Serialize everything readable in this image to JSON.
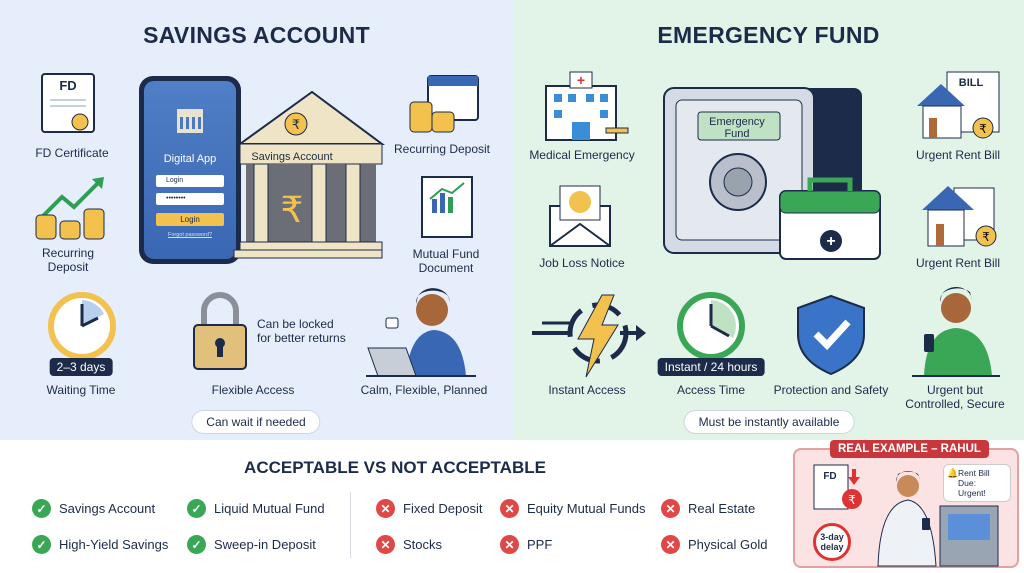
{
  "savings": {
    "title": "SAVINGS ACCOUNT",
    "fd_certificate": {
      "icon_text": "FD",
      "label": "FD Certificate"
    },
    "recurring_deposit_left": "Recurring Deposit",
    "phone": {
      "app_title": "Digital App",
      "login_placeholder": "Login",
      "password_mask": "••••••••",
      "login_button": "Login",
      "forgot_link": "Forgot password?"
    },
    "bank_label": "Savings Account",
    "recurring_deposit_right": "Recurring Deposit",
    "mutual_fund": "Mutual Fund Document",
    "waiting_badge": "2–3 days",
    "waiting_label": "Waiting Time",
    "lock_note": "Can be locked for better returns",
    "flexible_label": "Flexible Access",
    "calm_label": "Calm, Flexible, Planned",
    "pill": "Can wait if needed"
  },
  "emergency": {
    "title": "EMERGENCY FUND",
    "medical": "Medical Emergency",
    "safe_label": "Emergency Fund",
    "bill_icon_text": "BILL",
    "rent_bill_1": "Urgent Rent Bill",
    "job_loss": "Job Loss Notice",
    "rent_bill_2": "Urgent Rent Bill",
    "instant_access": "Instant Access",
    "access_badge": "Instant / 24 hours",
    "access_label": "Access Time",
    "protection": "Protection and Safety",
    "urgent_label": "Urgent but Controlled, Secure",
    "pill": "Must be instantly available"
  },
  "comparison": {
    "title": "ACCEPTABLE VS NOT ACCEPTABLE",
    "acceptable": [
      "Savings Account",
      "Liquid Mutual Fund",
      "High-Yield Savings",
      "Sweep-in Deposit"
    ],
    "not_acceptable": [
      "Fixed Deposit",
      "Equity Mutual Funds",
      "Real Estate",
      "Stocks",
      "PPF",
      "Physical Gold"
    ]
  },
  "example": {
    "tag": "REAL EXAMPLE – RAHUL",
    "fd_text": "FD",
    "delay": "3-day delay",
    "alert": "Rent Bill Due: Urgent!"
  },
  "colors": {
    "savings_bg": "#e5eefa",
    "emergency_bg": "#e2f3e7",
    "navy": "#1c2b4a",
    "ok": "#3aa756",
    "no": "#e04848",
    "gold": "#f2c14e"
  }
}
